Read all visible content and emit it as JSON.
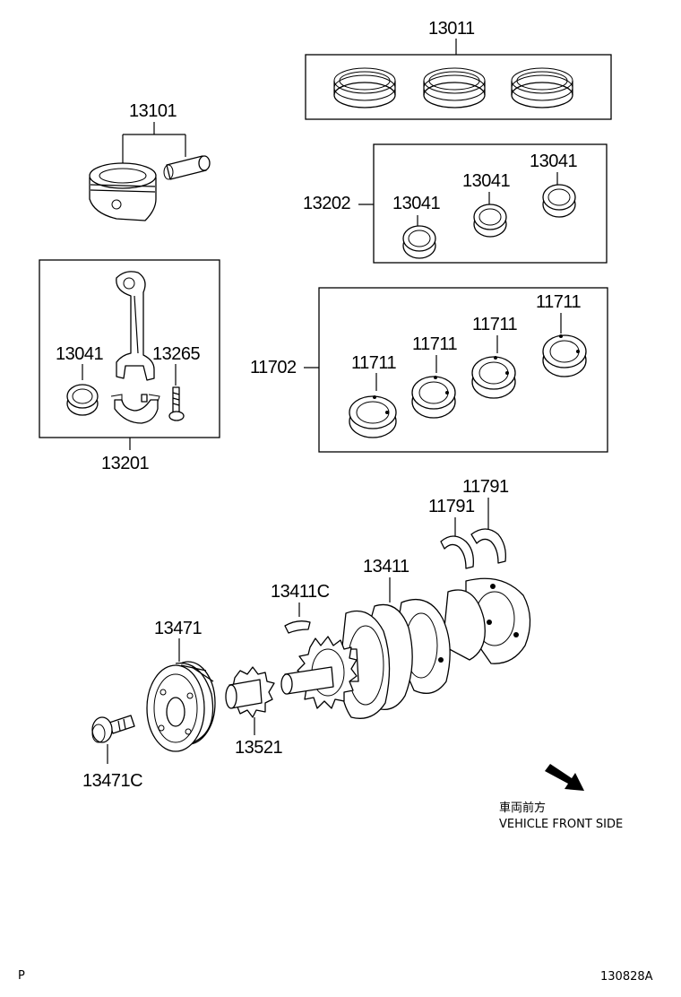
{
  "diagram": {
    "labels": {
      "rings": "13011",
      "piston": "13101",
      "bearing_set_upper": "13202",
      "bearing_a": "13041",
      "bearing_b": "13041",
      "bearing_c": "13041",
      "conrod_bearing": "13041",
      "conrod_bolt": "13265",
      "conrod_assy": "13201",
      "main_bearing_set": "11702",
      "main_bearing_1": "11711",
      "main_bearing_2": "11711",
      "main_bearing_3": "11711",
      "main_bearing_4": "11711",
      "thrust_washer_1": "11791",
      "thrust_washer_2": "11791",
      "crankshaft": "13411",
      "key": "13411C",
      "pulley": "13471",
      "pulley_bolt": "13471C",
      "sprocket": "13521"
    },
    "front_indicator": {
      "japanese": "車両前方",
      "english": "VEHICLE FRONT SIDE"
    },
    "footer": {
      "left": "P",
      "right": "130828A"
    }
  }
}
